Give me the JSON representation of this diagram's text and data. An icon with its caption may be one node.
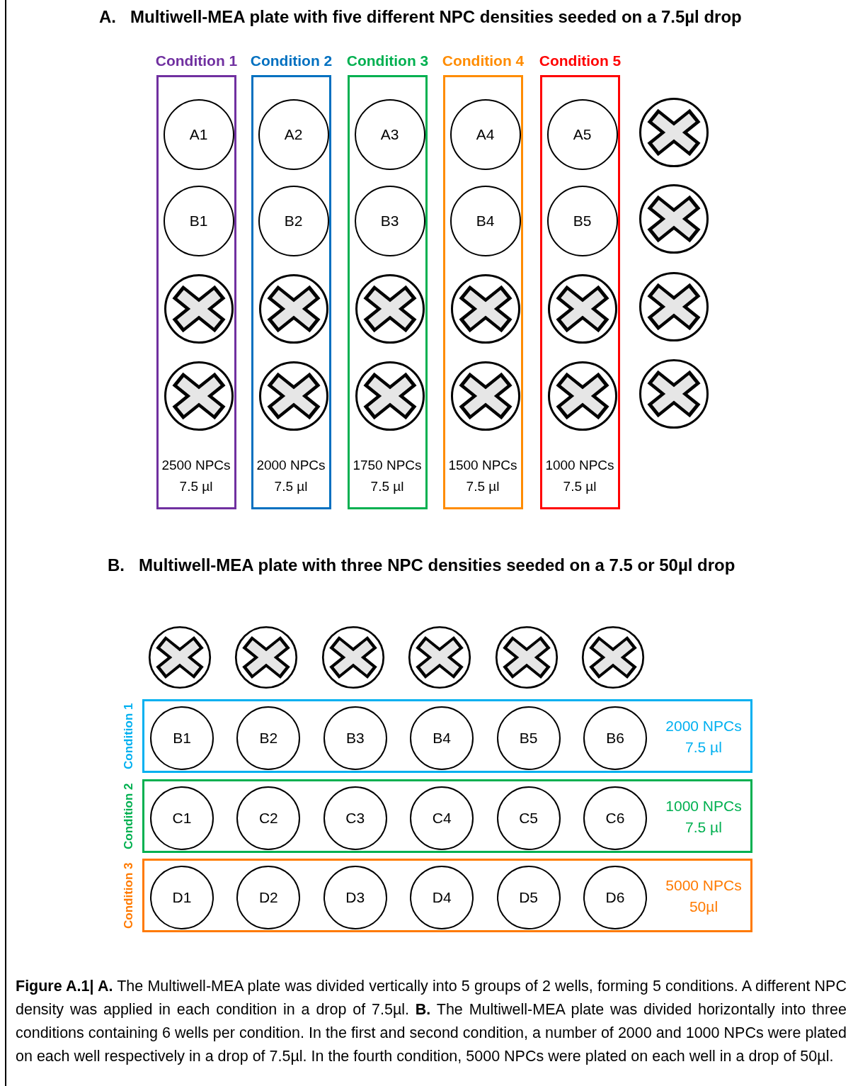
{
  "diagram": {
    "caption": "**Figure A.1| A.** The Multiwell-MEA plate was divided vertically into 5 groups of 2 wells, forming 5 conditions. A different NPC density was applied in each condition in a drop of 7.5µl. **B.** The Multiwell-MEA plate was divided horizontally into three conditions containing 6 wells per condition. In the first and second condition, a number of 2000 and 1000 NPCs were plated on each well respectively in a drop of 7.5µl. In the fourth condition, 5000 NPCs were plated on each well in a drop of 50µl.",
    "nodes": [
      {
        "text": [
          "Condition 1",
          "2500 NPCs 7.5 µl"
        ]
      },
      {
        "text": [
          "A1"
        ],
        "in": 0
      },
      {
        "text": [
          "B1"
        ],
        "in": 0
      },
      {
        "text": [],
        "shape": "circle",
        "in": 0
      },
      {
        "text": [],
        "shape": "circle",
        "in": 0
      },
      {
        "text": [
          "Condition 2",
          "2000 NPCs 7.5 µl"
        ]
      },
      {
        "text": [
          "A2"
        ],
        "in": 5
      },
      {
        "text": [
          "B2"
        ],
        "in": 5
      },
      {
        "text": [],
        "shape": "circle",
        "in": 5
      },
      {
        "text": [],
        "shape": "circle",
        "in": 5
      },
      {
        "text": [
          "Condition 3",
          "1750 NPCs 7.5 µl"
        ]
      },
      {
        "text": [
          "A3"
        ],
        "in": 10
      },
      {
        "text": [
          "B3"
        ],
        "in": 10
      },
      {
        "text": [],
        "shape": "circle",
        "in": 10
      },
      {
        "text": [],
        "shape": "circle",
        "in": 10
      },
      {
        "text": [
          "Condition 4",
          "1500 NPCs 7.5 µl"
        ]
      },
      {
        "text": [
          "A4"
        ],
        "in": 15
      },
      {
        "text": [
          "B4"
        ],
        "in": 15
      },
      {
        "text": [],
        "shape": "circle",
        "in": 15
      },
      {
        "text": [],
        "shape": "circle",
        "in": 15
      },
      {
        "text": [
          "Condition 5",
          "1000 NPCs 7.5 µl"
        ]
      },
      {
        "text": [
          "A5"
        ],
        "in": 20
      },
      {
        "text": [
          "B5"
        ],
        "in": 20
      },
      {
        "text": [],
        "shape": "circle",
        "in": 20
      },
      {
        "text": [],
        "shape": "circle",
        "in": 20
      },
      {
        "text": [],
        "shape": "circle"
      },
      {
        "text": [],
        "shape": "circle"
      },
      {
        "text": [],
        "shape": "circle"
      },
      {
        "text": [],
        "shape": "circle"
      },
      {
        "text": [],
        "shape": "circle"
      },
      {
        "text": [],
        "shape": "circle"
      },
      {
        "text": [],
        "shape": "circle"
      },
      {
        "text": [],
        "shape": "circle"
      },
      {
        "text": [],
        "shape": "circle"
      },
      {
        "text": [],
        "shape": "circle"
      },
      {
        "text": [
          "Condition 1",
          "2000 NPCs 7.5 µl"
        ]
      },
      {
        "text": [
          "B1"
        ],
        "in": 35
      },
      {
        "text": [
          "B2"
        ],
        "in": 35
      },
      {
        "text": [
          "B3"
        ],
        "in": 35
      },
      {
        "text": [
          "B4"
        ],
        "in": 35
      },
      {
        "text": [
          "B5"
        ],
        "in": 35
      },
      {
        "text": [
          "B6"
        ],
        "in": 35
      },
      {
        "text": [
          "Condition 2",
          "1000 NPCs 7.5 µl"
        ]
      },
      {
        "text": [
          "C1"
        ],
        "in": 42
      },
      {
        "text": [
          "C2"
        ],
        "in": 42
      },
      {
        "text": [
          "C3"
        ],
        "in": 42
      },
      {
        "text": [
          "C4"
        ],
        "in": 42
      },
      {
        "text": [
          "C5"
        ],
        "in": 42
      },
      {
        "text": [
          "C6"
        ],
        "in": 42
      },
      {
        "text": [
          "Condition 3",
          "5000 NPCs 50µl"
        ]
      },
      {
        "text": [
          "D1"
        ],
        "in": 49
      },
      {
        "text": [
          "D2"
        ],
        "in": 49
      },
      {
        "text": [
          "D3"
        ],
        "in": 49
      },
      {
        "text": [
          "D4"
        ],
        "in": 49
      },
      {
        "text": [
          "D5"
        ],
        "in": 49
      },
      {
        "text": [
          "D6"
        ],
        "in": 49
      }
    ],
    "labels": [
      "A.   Multiwell-MEA plate with five different NPC densities seeded on a 7.5µl drop",
      "B.   Multiwell-MEA plate with three NPC densities seeded on a 7.5 or 50µl drop"
    ]
  }
}
